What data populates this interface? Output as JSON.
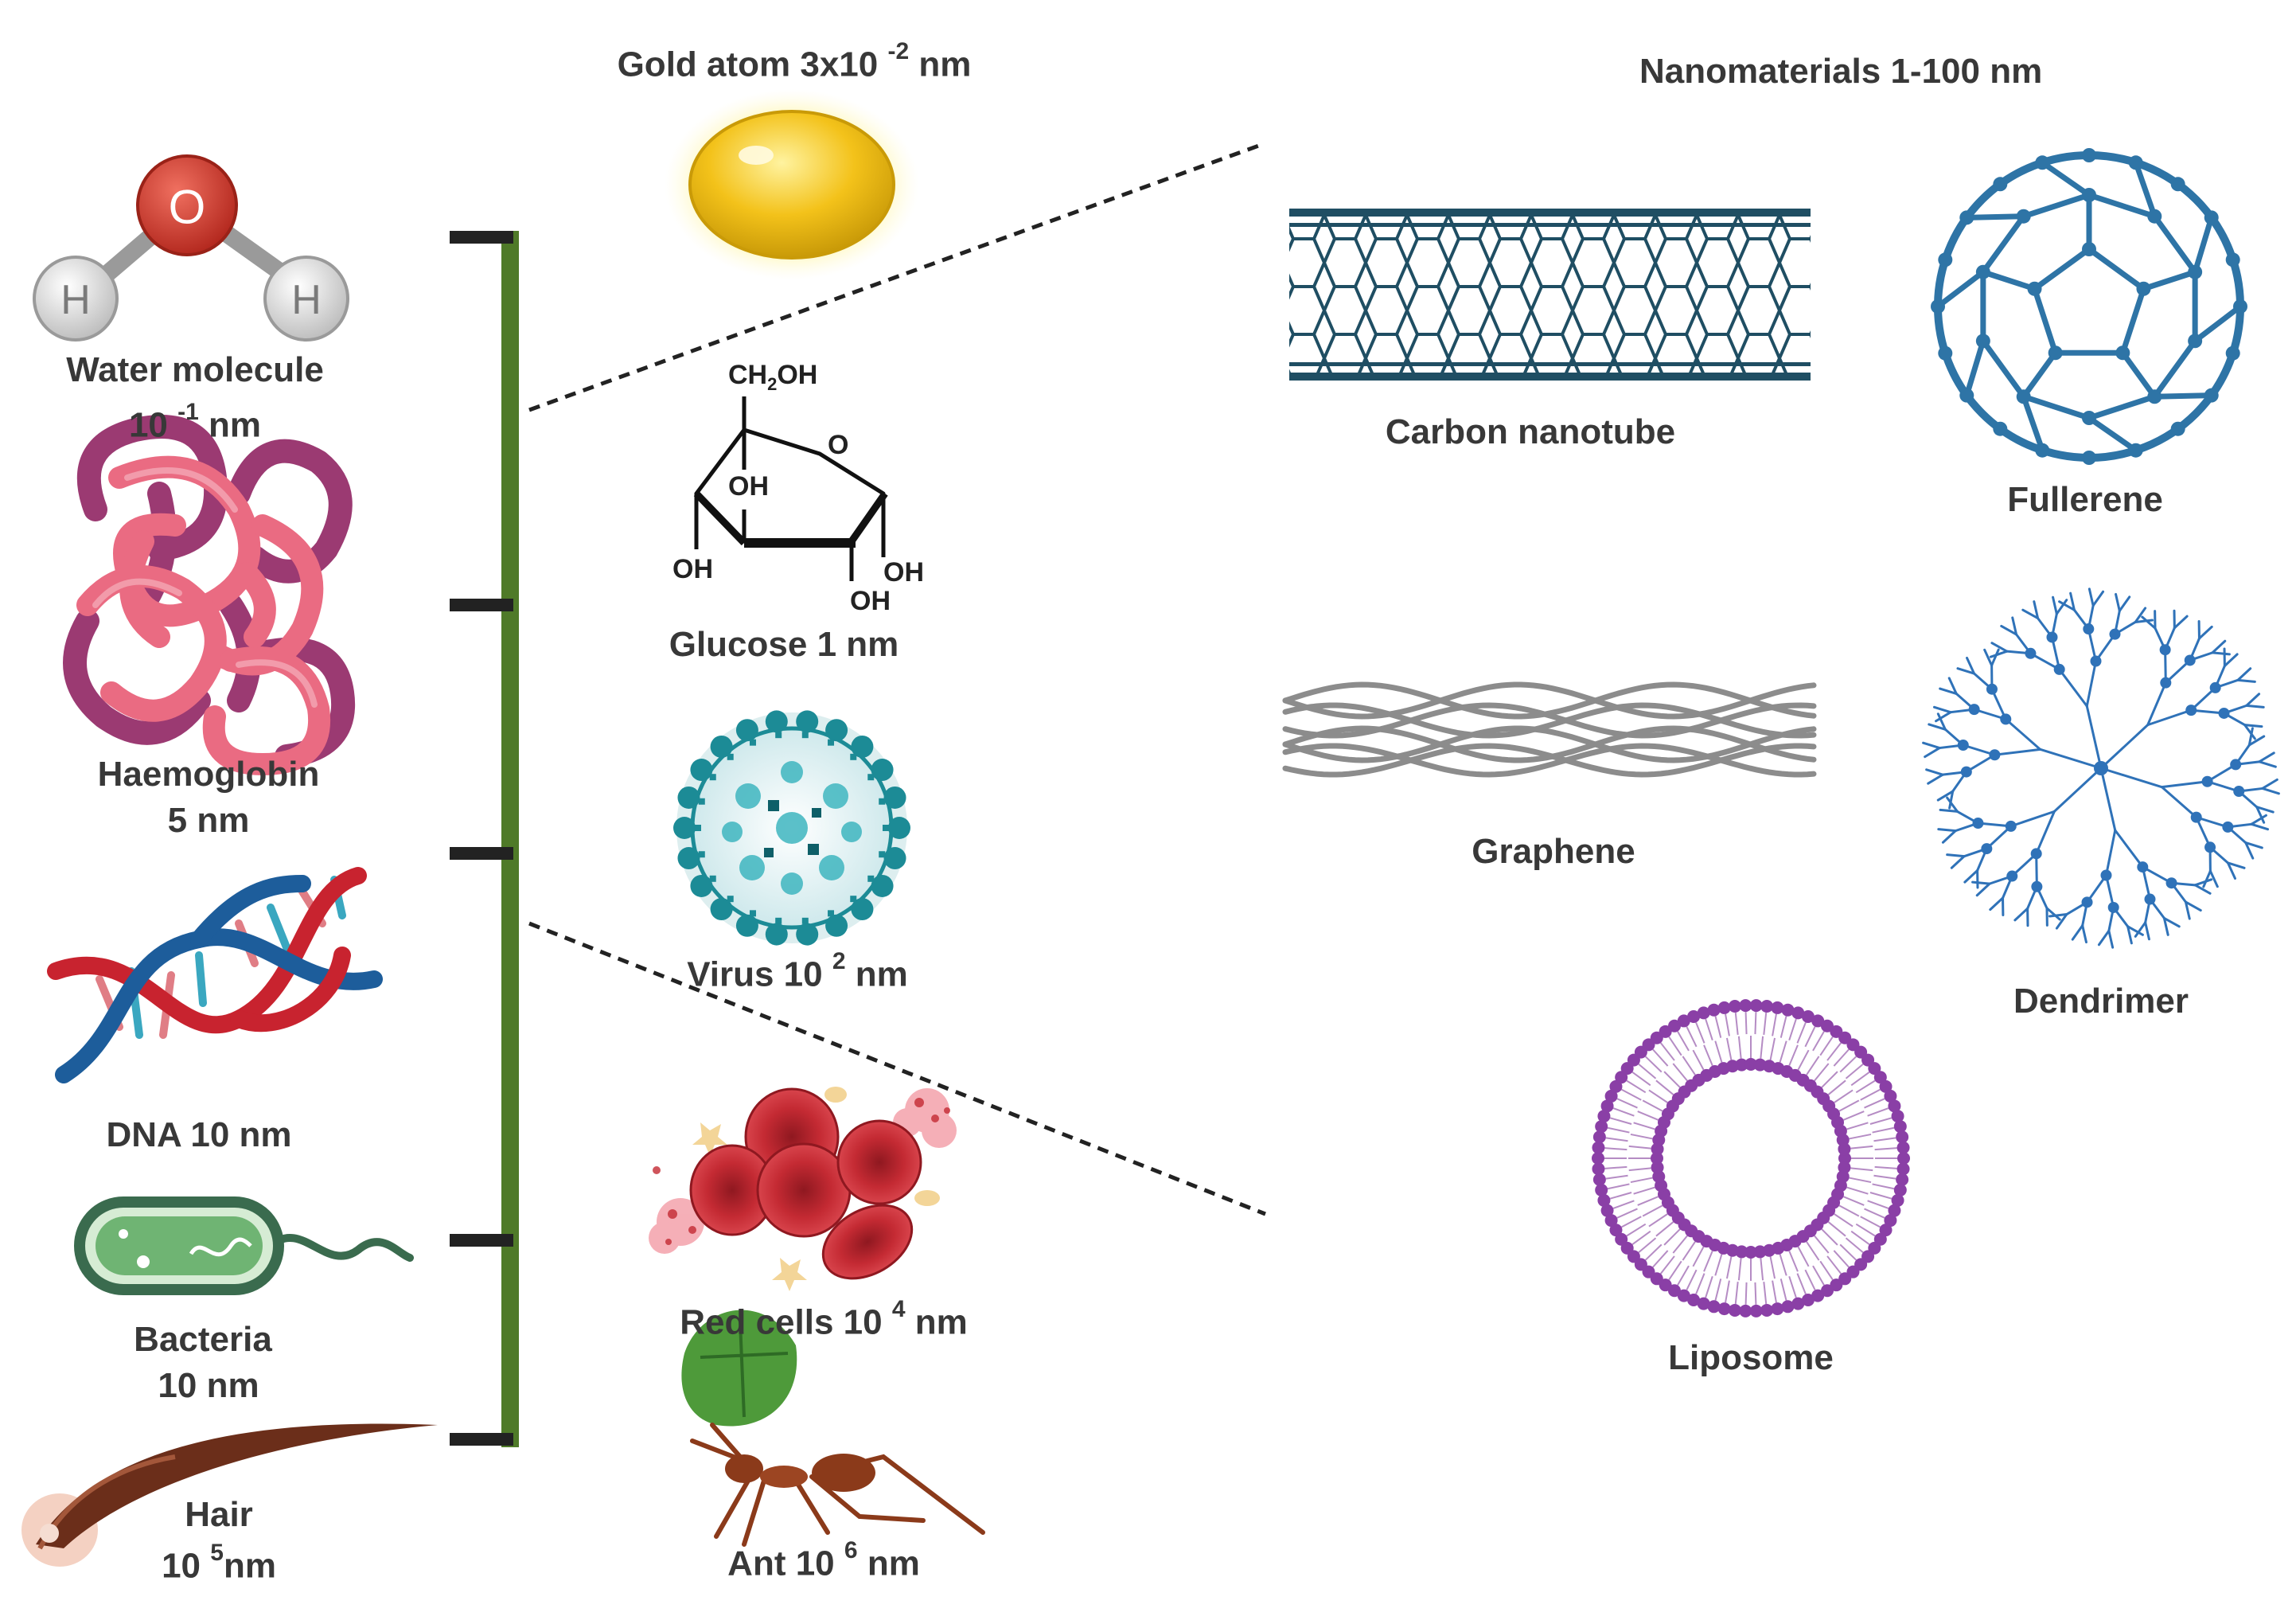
{
  "colors": {
    "scale_bar": "#4f7a28",
    "tick": "#222222",
    "text": "#383838",
    "nanotube": "#1f4e63",
    "fullerene": "#2e74a6",
    "graphene": "#8c8c8c",
    "dendrimer": "#2f72b8",
    "liposome": "#8a3fa6",
    "oxygen": "#c8362b",
    "hydrogen": "#d9d9d9",
    "gold": "#f3c21a",
    "haemoglobin_light": "#ea6b82",
    "haemoglobin_dark": "#9b3a72",
    "dna_blue": "#1d5d9b",
    "dna_red": "#c8232f",
    "bacteria": "#3a6b4e",
    "virus": "#1c8b96",
    "red_cell": "#c42a33",
    "hair": "#6b2e1a",
    "ant": "#8b3a1a",
    "leaf": "#4e9a3a"
  },
  "header": {
    "nanomaterials": "Nanomaterials 1-100 nm"
  },
  "left_column": [
    {
      "id": "water",
      "icon": "water-molecule-icon",
      "line1": "Water molecule",
      "line2_base": "10",
      "line2_exp": "-1",
      "line2_unit": "nm"
    },
    {
      "id": "haemoglobin",
      "icon": "haemoglobin-icon",
      "line1": "Haemoglobin",
      "line2": "5 nm"
    },
    {
      "id": "dna",
      "icon": "dna-icon",
      "line1": "DNA 10 nm"
    },
    {
      "id": "bacteria",
      "icon": "bacteria-icon",
      "line1": "Bacteria",
      "line2": "10 nm"
    },
    {
      "id": "hair",
      "icon": "hair-icon",
      "line1": "Hair",
      "line2_base": "10",
      "line2_exp": "5",
      "line2_unit": "nm"
    }
  ],
  "middle_column": [
    {
      "id": "gold",
      "icon": "gold-atom-icon",
      "base": "Gold atom 3x10",
      "exp": "-2",
      "unit": "nm"
    },
    {
      "id": "glucose",
      "icon": "glucose-icon",
      "label": "Glucose 1 nm"
    },
    {
      "id": "virus",
      "icon": "virus-icon",
      "base": "Virus 10",
      "exp": "2",
      "unit": "nm"
    },
    {
      "id": "red_cells",
      "icon": "red-blood-cells-icon",
      "base": "Red cells 10",
      "exp": "4",
      "unit": "nm"
    },
    {
      "id": "ant",
      "icon": "ant-icon",
      "base": "Ant 10",
      "exp": "6",
      "unit": "nm"
    }
  ],
  "glucose_structure": {
    "top_group_base": "CH",
    "top_group_sub": "2",
    "top_group_end": "OH",
    "ring_oxygen": "O",
    "hydroxyls": [
      "OH",
      "OH",
      "OH",
      "OH"
    ]
  },
  "atom_letters": {
    "oxygen": "O",
    "hydrogen": "H"
  },
  "nanomaterials": [
    {
      "id": "carbon_nanotube",
      "icon": "carbon-nanotube-icon",
      "label": "Carbon nanotube"
    },
    {
      "id": "fullerene",
      "icon": "fullerene-icon",
      "label": "Fullerene"
    },
    {
      "id": "graphene",
      "icon": "graphene-icon",
      "label": "Graphene"
    },
    {
      "id": "dendrimer",
      "icon": "dendrimer-icon",
      "label": "Dendrimer"
    },
    {
      "id": "liposome",
      "icon": "liposome-icon",
      "label": "Liposome"
    }
  ]
}
